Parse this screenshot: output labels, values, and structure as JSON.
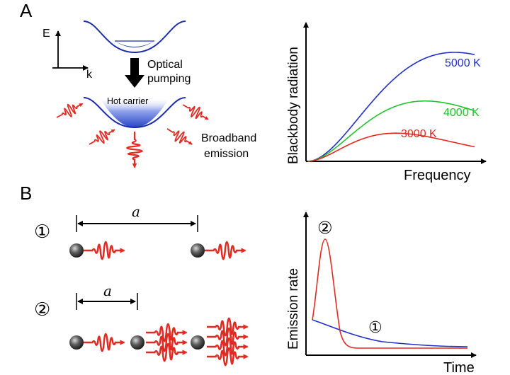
{
  "panel_a": {
    "label": "A",
    "axis_e": "E",
    "axis_k": "k",
    "pump_line1": "Optical",
    "pump_line2": "pumping",
    "hot_carrier": "Hot carrier",
    "emission_line1": "Broadband",
    "emission_line2": "emission",
    "chart": {
      "ylabel": "Blackbody radiation",
      "xlabel": "Frequency",
      "curves": [
        {
          "name": "5000 K",
          "temperature_K": 5000,
          "color": "#1f2fc8"
        },
        {
          "name": "4000 K",
          "temperature_K": 4000,
          "color": "#22c22e"
        },
        {
          "name": "3000 K",
          "temperature_K": 3000,
          "color": "#e02a22"
        }
      ]
    }
  },
  "panel_b": {
    "label": "B",
    "case1_marker": "①",
    "case1_spacing": "a",
    "case2_marker": "②",
    "case2_spacing": "a",
    "chart": {
      "ylabel": "Emission rate",
      "xlabel": "Time",
      "series": [
        {
          "name": "①",
          "color": "#1f2fc8"
        },
        {
          "name": "②",
          "color": "#e02a22"
        }
      ]
    }
  },
  "colors": {
    "band": "#1a2bb0",
    "wave": "#e02a22",
    "arrow": "#000000"
  }
}
